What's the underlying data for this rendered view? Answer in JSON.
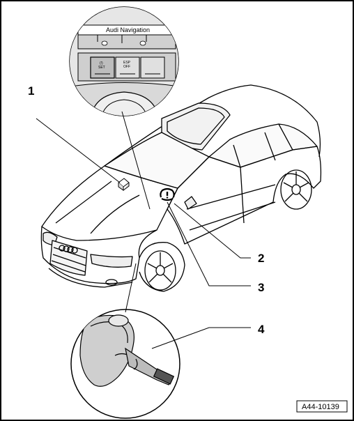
{
  "figure_ref": "A44-10139",
  "callouts": [
    "1",
    "2",
    "3",
    "4"
  ],
  "dash_panel": {
    "nav_label": "Audi Navigation",
    "btn_set_label": "SET",
    "btn_esp_top": "ESP",
    "btn_esp_bottom": "OFF"
  },
  "colors": {
    "line": "#000000",
    "background": "#ffffff",
    "panel": "#d9d9d9",
    "sensor": "#cfcfcf"
  }
}
